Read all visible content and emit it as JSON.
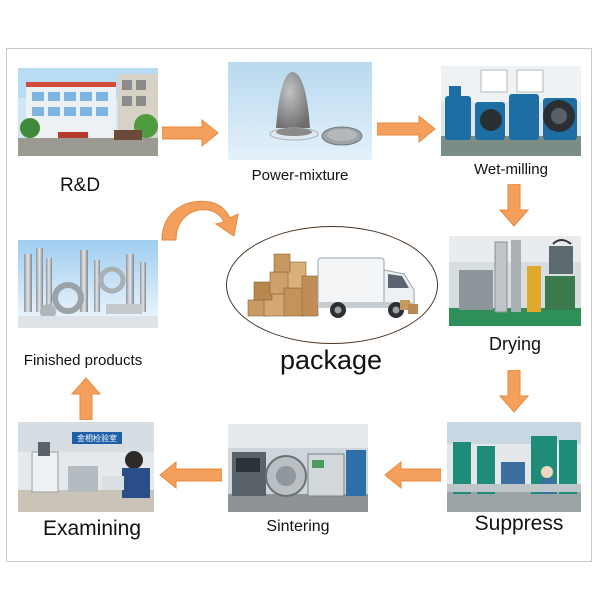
{
  "steps": {
    "rnd": "R&D",
    "powder_mixture": "Power-mixture",
    "wet_milling": "Wet-milling",
    "drying": "Drying",
    "suppress": "Suppress",
    "sintering": "Sintering",
    "examining": "Examining",
    "finished_products": "Finished products",
    "package": "package"
  },
  "photo_signage": {
    "examining_board": "金相检验室"
  },
  "colors": {
    "arrow": "#f4a05c",
    "arrow_edge": "#e68a3c",
    "frame": "#c9c9c9",
    "oval": "#4a3626"
  }
}
